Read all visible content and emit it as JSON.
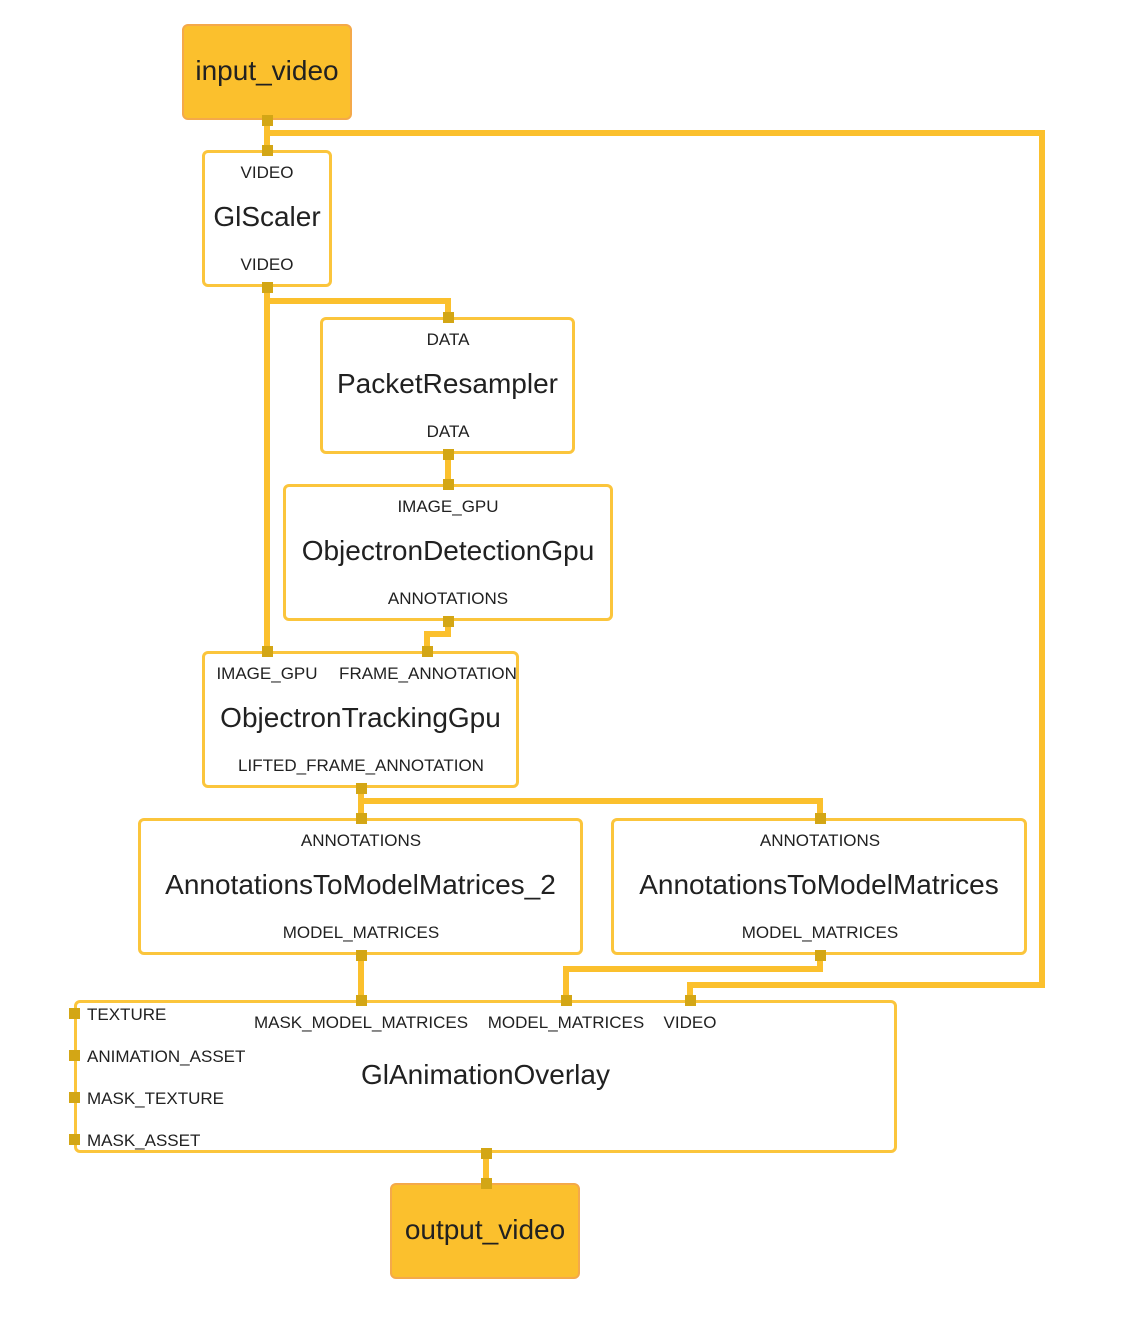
{
  "theme": {
    "wire_color": "#fbc02d",
    "node_border_color": "#fbc53c",
    "io_fill_color": "#fbc02d",
    "port_color": "#d3a615",
    "text_color": "#212121"
  },
  "nodes": {
    "input_video": {
      "title": "input_video"
    },
    "glscaler": {
      "title": "GlScaler",
      "in_video": "VIDEO",
      "out_video": "VIDEO"
    },
    "packet_resampler": {
      "title": "PacketResampler",
      "in_data": "DATA",
      "out_data": "DATA"
    },
    "objectron_detection": {
      "title": "ObjectronDetectionGpu",
      "in_image_gpu": "IMAGE_GPU",
      "out_annotations": "ANNOTATIONS"
    },
    "objectron_tracking": {
      "title": "ObjectronTrackingGpu",
      "in_image_gpu": "IMAGE_GPU",
      "in_frame_annotation": "FRAME_ANNOTATION",
      "out_lifted": "LIFTED_FRAME_ANNOTATION"
    },
    "annotations_to_model_2": {
      "title": "AnnotationsToModelMatrices_2",
      "in_annotations": "ANNOTATIONS",
      "out_model_matrices": "MODEL_MATRICES"
    },
    "annotations_to_model": {
      "title": "AnnotationsToModelMatrices",
      "in_annotations": "ANNOTATIONS",
      "out_model_matrices": "MODEL_MATRICES"
    },
    "gl_animation_overlay": {
      "title": "GlAnimationOverlay",
      "in_texture": "TEXTURE",
      "in_animation_asset": "ANIMATION_ASSET",
      "in_mask_texture": "MASK_TEXTURE",
      "in_mask_asset": "MASK_ASSET",
      "in_mask_model_matrices": "MASK_MODEL_MATRICES",
      "in_model_matrices": "MODEL_MATRICES",
      "in_video": "VIDEO"
    },
    "output_video": {
      "title": "output_video"
    }
  }
}
